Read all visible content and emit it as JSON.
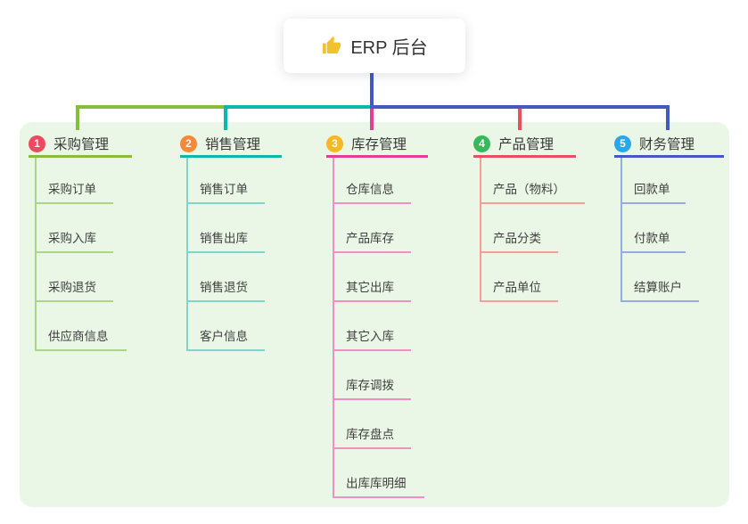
{
  "root": {
    "icon": "thumbs-up",
    "label": "ERP 后台"
  },
  "branches": [
    {
      "num": "1",
      "title": "采购管理",
      "badge_color": "#ef4861",
      "line_color": "#86bd3f",
      "child_line_color": "#abd685",
      "children": [
        "采购订单",
        "采购入库",
        "采购退货",
        "供应商信息"
      ]
    },
    {
      "num": "2",
      "title": "销售管理",
      "badge_color": "#f7883b",
      "line_color": "#0eb7ac",
      "child_line_color": "#7fd5cb",
      "children": [
        "销售订单",
        "销售出库",
        "销售退货",
        "客户信息"
      ]
    },
    {
      "num": "3",
      "title": "库存管理",
      "badge_color": "#f6b824",
      "line_color": "#e33e93",
      "child_line_color": "#f08fc4",
      "children": [
        "仓库信息",
        "产品库存",
        "其它出库",
        "其它入库",
        "库存调拨",
        "库存盘点",
        "出库库明细"
      ]
    },
    {
      "num": "4",
      "title": "产品管理",
      "badge_color": "#36b95c",
      "line_color": "#e8505c",
      "child_line_color": "#f59d99",
      "children": [
        "产品（物料）",
        "产品分类",
        "产品单位"
      ]
    },
    {
      "num": "5",
      "title": "财务管理",
      "badge_color": "#2aa7e8",
      "line_color": "#4459c4",
      "child_line_color": "#97abe3",
      "children": [
        "回款单",
        "付款单",
        "结算账户"
      ]
    }
  ],
  "colors": {
    "page_bg": "#ffffff",
    "panel_bg": "#ebf7e6",
    "root_stem": "#4459c4",
    "thumb_icon": "#f2c12e",
    "title_text": "#383838",
    "child_text": "#3f3f3f"
  }
}
